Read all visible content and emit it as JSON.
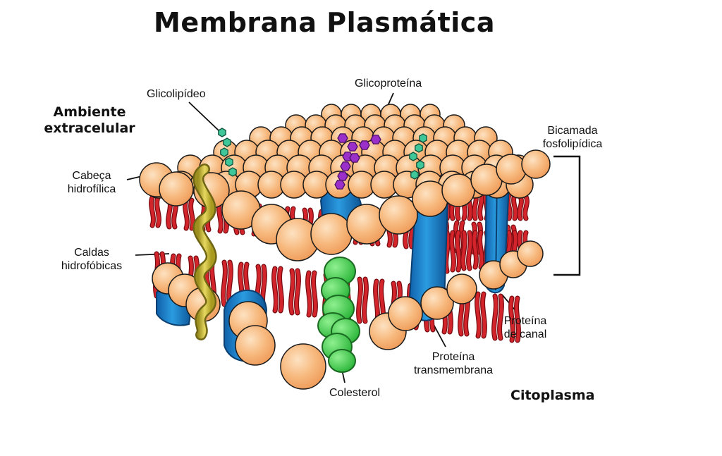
{
  "title": "Membrana Plasmática",
  "regions": {
    "extracellular": "Ambiente\nextracelular",
    "cytoplasm": "Citoplasma"
  },
  "labels": {
    "glicolipideo": "Glicolipídeo",
    "glicoproteina": "Glicoproteína",
    "cabeca": "Cabeça\nhidrofílica",
    "caldas": "Caldas\nhidrofóbicas",
    "bicamada": "Bicamada\nfosfolipídica",
    "proteina_canal": "Proteína\nde canal",
    "proteina_trans": "Proteína\ntransmembrana",
    "colesterol": "Colesterol"
  },
  "colors": {
    "phospholipid_head": "#f7b97e",
    "phospholipid_outline": "#1a1a1a",
    "tail": "#d3242b",
    "protein": "#1f7fc8",
    "glycolipid_chain": "#3fc79a",
    "glycoprotein_chain": "#9b2fc9",
    "cholesterol": "#3ec94a",
    "helix": "#c9ba36"
  }
}
